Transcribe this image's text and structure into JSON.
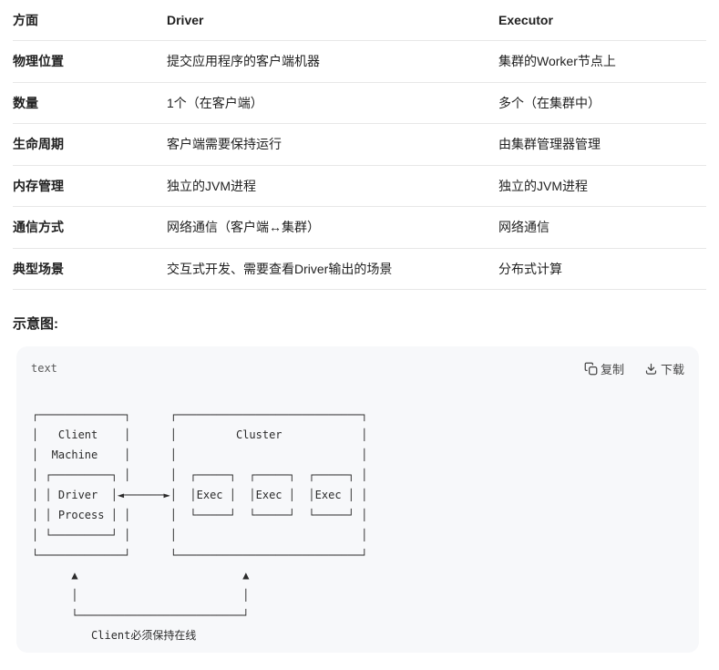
{
  "table": {
    "headers": {
      "aspect": "方面",
      "driver": "Driver",
      "executor": "Executor"
    },
    "rows": [
      {
        "aspect": "物理位置",
        "driver": "提交应用程序的客户端机器",
        "executor": "集群的Worker节点上"
      },
      {
        "aspect": "数量",
        "driver": "1个（在客户端）",
        "executor": "多个（在集群中）"
      },
      {
        "aspect": "生命周期",
        "driver": "客户端需要保持运行",
        "executor": "由集群管理器管理"
      },
      {
        "aspect": "内存管理",
        "driver": "独立的JVM进程",
        "executor": "独立的JVM进程"
      },
      {
        "aspect": "通信方式",
        "driver": "网络通信（客户端↔集群）",
        "executor": "网络通信"
      },
      {
        "aspect": "典型场景",
        "driver": "交互式开发、需要查看Driver输出的场景",
        "executor": "分布式计算"
      }
    ]
  },
  "section": {
    "heading": "示意图:"
  },
  "code_block": {
    "language_label": "text",
    "copy_label": "复制",
    "download_label": "下载",
    "ascii_art": "┌─────────────┐      ┌────────────────────────────┐\n│   Client    │      │         Cluster            │\n│  Machine    │      │                            │\n│ ┌─────────┐ │      │  ┌─────┐  ┌─────┐  ┌─────┐ │\n│ │ Driver  │◄──────►│  │Exec │  │Exec │  │Exec │ │\n│ │ Process │ │      │  └─────┘  └─────┘  └─────┘ │\n│ └─────────┘ │      │                            │\n└─────────────┘      └────────────────────────────┘\n      ▲                         ▲\n      │                         │\n      └─────────────────────────┘\n         Client必须保持在线"
  },
  "colors": {
    "code_background": "#f7f8fa",
    "table_border": "#e7e7e7",
    "text_primary": "#1f1f1f",
    "muted_gray": "#595959"
  }
}
